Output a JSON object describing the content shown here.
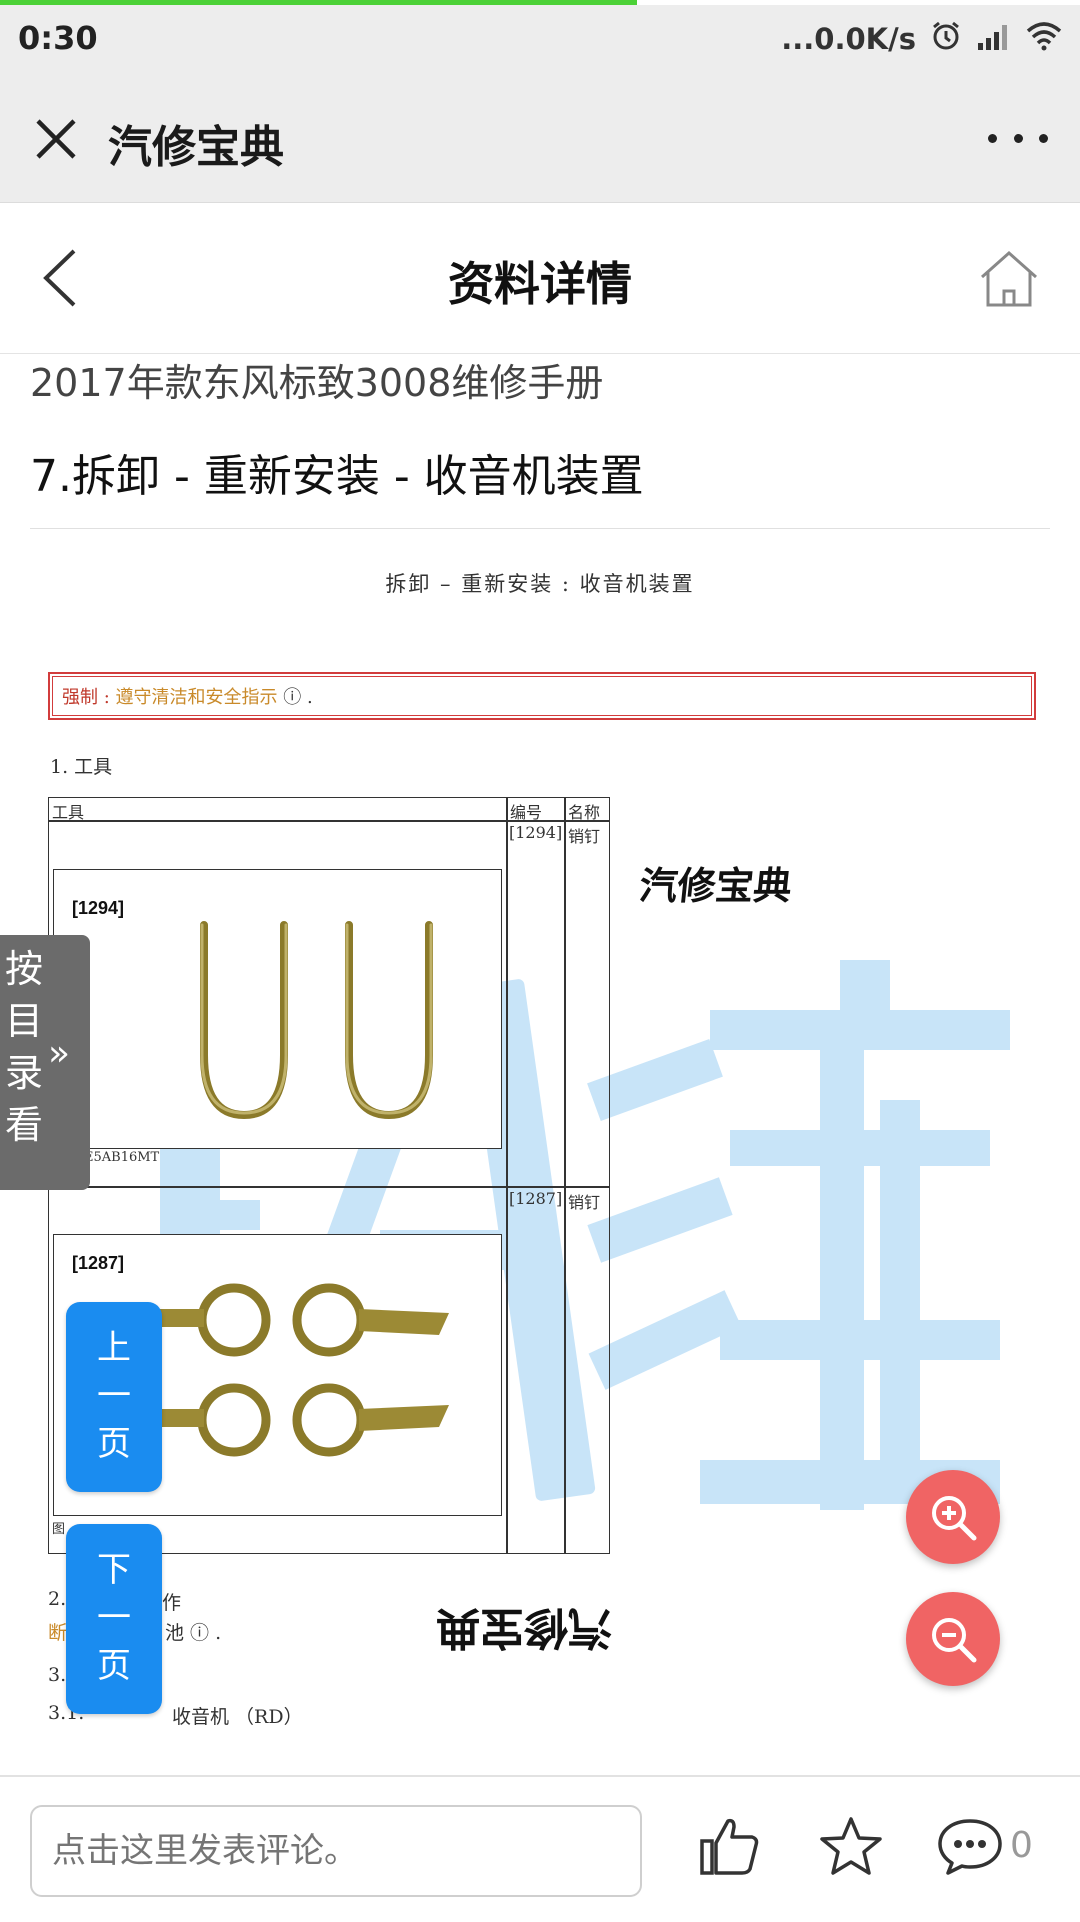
{
  "status_bar": {
    "time": "0:30",
    "network_speed": "...0.0K/s",
    "page_load_progress": 0.59
  },
  "webview": {
    "title": "汽修宝典"
  },
  "page": {
    "title": "资料详情",
    "book_title": "2017年款东风标致3008维修手册",
    "chapter_title": "7.拆卸 - 重新安装 - 收音机装置"
  },
  "document": {
    "caption": "拆卸 – 重新安装 : 收音机装置",
    "warning_label": "强制 : ",
    "warning_text": "遵守清洁和安全指示",
    "warning_suffix": " ⓘ .",
    "section1": "1.  工具",
    "table_headers": [
      "工具",
      "编号",
      "名称"
    ],
    "rows": [
      {
        "code": "[1294]",
        "name": "销钉",
        "image_label": "[1294]",
        "figure_ref": "E5AB16MT"
      },
      {
        "code": "[1287]",
        "name": "销钉",
        "image_label": "[1287]",
        "figure_ref": "图"
      }
    ],
    "watermark_small": "汽修宝典",
    "watermark_flipped": "汽修宝典",
    "line_2_prefix": "2.",
    "line_2_suffix": "作",
    "line_2b_prefix": "断",
    "line_2b_suffix": "池 ⓘ .",
    "line_3": "3.",
    "line_31_prefix": "3.1.",
    "line_31_suffix": "收音机 （RD）"
  },
  "side_tab": {
    "label_chars": [
      "按",
      "目",
      "录",
      "看"
    ],
    "chevron": "»"
  },
  "nav_buttons": {
    "prev": [
      "上",
      "一",
      "页"
    ],
    "next": [
      "下",
      "一",
      "页"
    ]
  },
  "bottom_bar": {
    "comment_placeholder": "点击这里发表评论。",
    "comment_count": "0"
  },
  "colors": {
    "accent_blue": "#1a8cf0",
    "zoom_red": "#f06464",
    "progress_green": "#4cd137",
    "watermark_blue": "#bfe0f7"
  }
}
